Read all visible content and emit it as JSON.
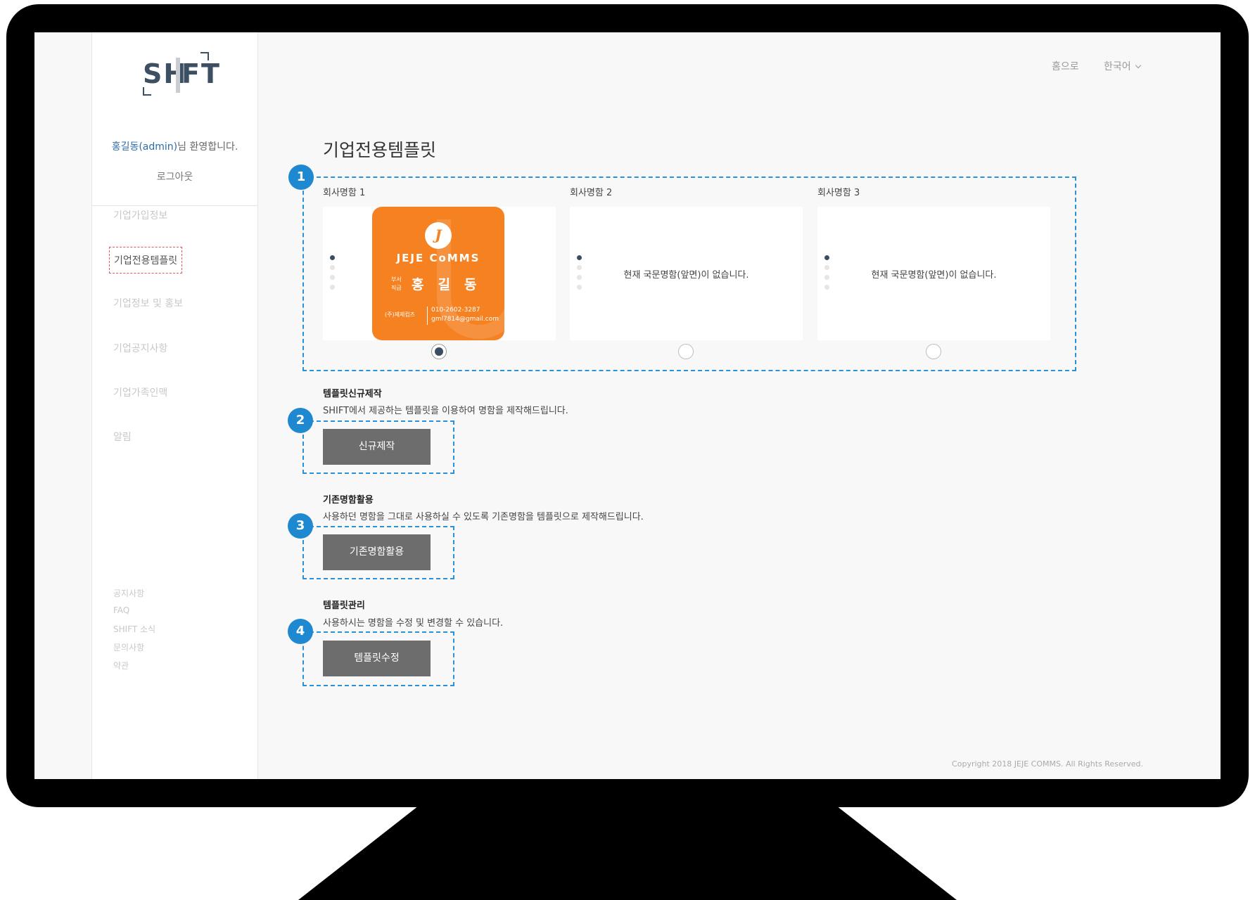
{
  "sidebar": {
    "logo": {
      "left": "SH",
      "right": "FT"
    },
    "welcome": {
      "user": "홍길동(admin)",
      "suffix": "님 환영합니다."
    },
    "logout": "로그아웃",
    "menu": [
      "기업가입정보",
      "기업전용템플릿",
      "기업정보 및 홍보",
      "기업공지사항",
      "기업가족인맥",
      "알림"
    ],
    "active_menu": "기업전용템플릿",
    "links": [
      "공지사항",
      "FAQ",
      "SHIFT 소식",
      "문의사항",
      "약관"
    ]
  },
  "topnav": {
    "home": "홈으로",
    "language": "한국어"
  },
  "page": {
    "title": "기업전용템플릿"
  },
  "steps": [
    "1",
    "2",
    "3",
    "4"
  ],
  "cards": [
    {
      "label": "회사명함 1",
      "selected": true
    },
    {
      "label": "회사명함 2",
      "empty_text": "현재 국문명함(앞면)이 없습니다.",
      "selected": false
    },
    {
      "label": "회사명함 3",
      "empty_text": "현재 국문명함(앞면)이 없습니다.",
      "selected": false
    }
  ],
  "business_card": {
    "brand": "JEJE CoMMS",
    "logo_letter": "J",
    "role_line1": "부서",
    "role_line2": "직급",
    "name": "홍길동",
    "company": "(주)제제컴즈",
    "phone": "010-2602-3287",
    "email": "gml7814@gmail.com",
    "color": "#f58120"
  },
  "sections": {
    "new": {
      "title": "템플릿신규제작",
      "desc": "SHIFT에서 제공하는 템플릿을 이용하여 명함을 제작해드립니다.",
      "button": "신규제작"
    },
    "existing": {
      "title": "기존명함활용",
      "desc": "사용하던 명함을 그대로 사용하실 수 있도록 기존명함을 템플릿으로 제작해드립니다.",
      "button": "기존명함활용"
    },
    "manage": {
      "title": "템플릿관리",
      "desc": "사용하시는 명함을 수정 및 변경할 수 있습니다.",
      "button": "템플릿수정"
    }
  },
  "footer": {
    "copyright": "Copyright 2018 JEJE COMMS. All Rights Reserved."
  },
  "colors": {
    "accent": "#1e88d0",
    "button": "#6d6d6d",
    "brand_dark": "#3d4f62"
  }
}
